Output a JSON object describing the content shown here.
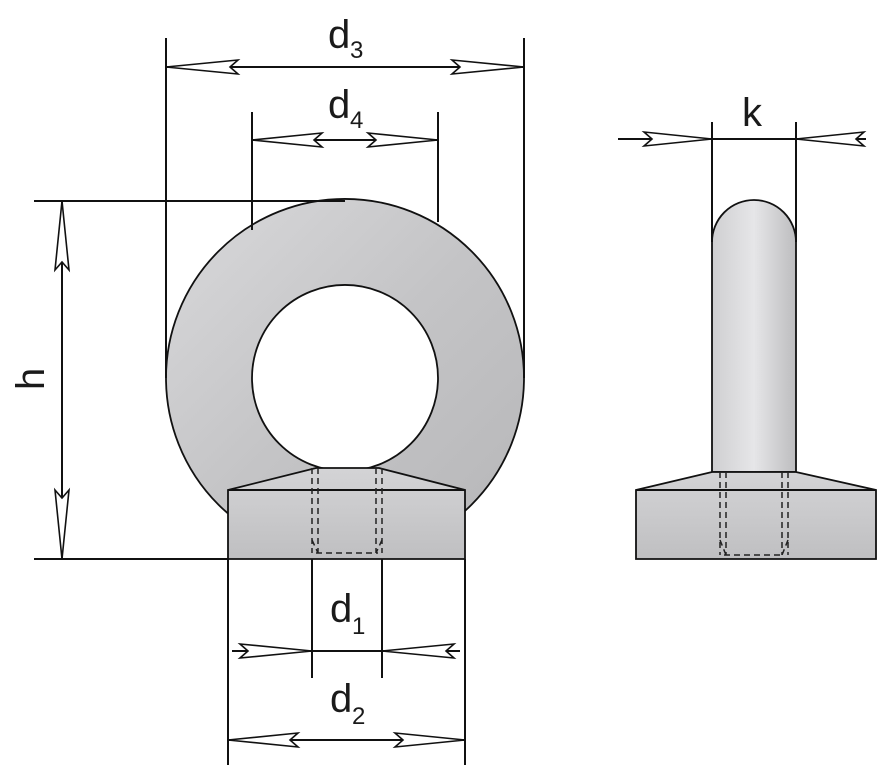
{
  "labels": {
    "d3": {
      "main": "d",
      "sub": "3"
    },
    "d4": {
      "main": "d",
      "sub": "4"
    },
    "d1": {
      "main": "d",
      "sub": "1"
    },
    "d2": {
      "main": "d",
      "sub": "2"
    },
    "h": {
      "main": "h"
    },
    "k": {
      "main": "k"
    }
  },
  "colors": {
    "part_fill": "#c8c8ca",
    "part_fill_light": "#e4e4e6",
    "outline": "#111111",
    "background": "#ffffff"
  }
}
